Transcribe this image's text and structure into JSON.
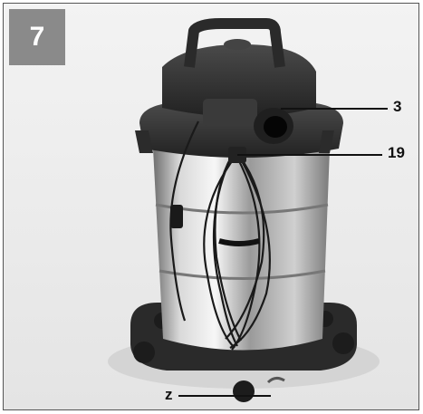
{
  "figure": {
    "number": "7"
  },
  "callouts": {
    "part_3": "3",
    "part_19": "19",
    "part_z": "z"
  },
  "colors": {
    "badge_background": "#8a8a8a",
    "vacuum_plastic": "#2e2e2e",
    "vacuum_steel": "#c9c9c9",
    "background": "#f0f0f0"
  },
  "icons": {
    "product": "wet-dry-vacuum-cleaner-photo"
  }
}
